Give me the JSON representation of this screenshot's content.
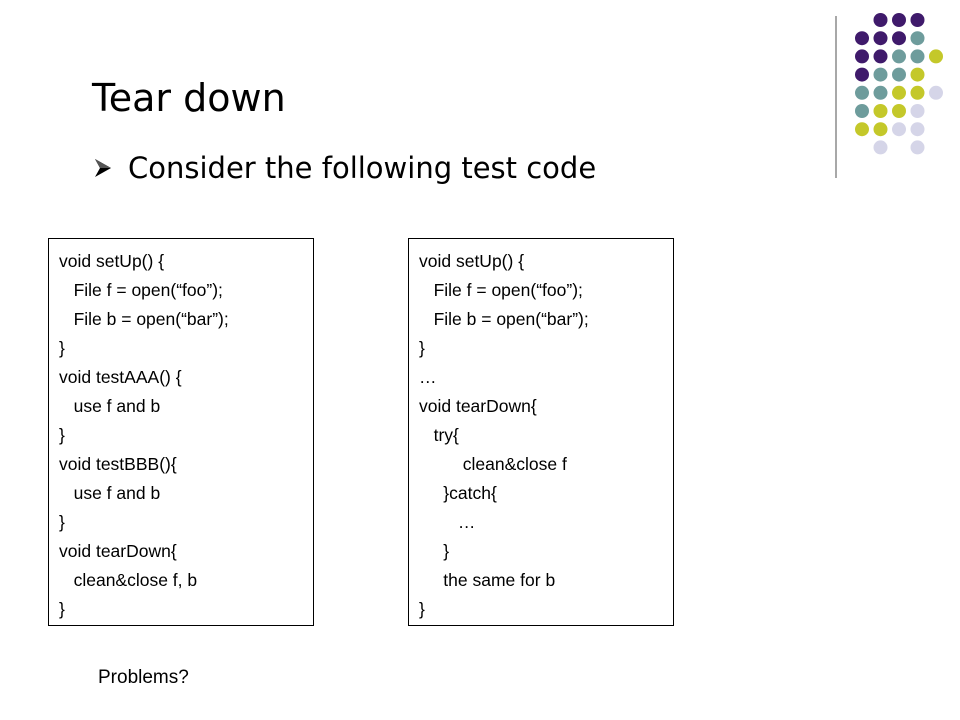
{
  "slide": {
    "title": "Tear down",
    "bullet": "Consider the following test code",
    "footer_text": "Problems?"
  },
  "code_left": [
    "void setUp() {",
    "   File f = open(“foo”);",
    "   File b = open(“bar”);",
    "}",
    "void testAAA() {",
    "   use f and b",
    "}",
    "void testBBB(){",
    "   use f and b",
    "}",
    "void tearDown{",
    "   clean&close f, b",
    "}"
  ],
  "code_right": [
    "void setUp() {",
    "   File f = open(“foo”);",
    "   File b = open(“bar”);",
    "}",
    "…",
    "void tearDown{",
    "   try{",
    "         clean&close f",
    "     }catch{",
    "        …",
    "     }",
    "     the same for b",
    "}"
  ],
  "decoration": {
    "icon": "arrow-bullet-icon",
    "colors": {
      "purple": "#3f1a6b",
      "teal": "#6e9c9c",
      "yellow": "#c4c82a",
      "lavender": "#d5d5e8",
      "divider": "#a8a8a8"
    }
  }
}
